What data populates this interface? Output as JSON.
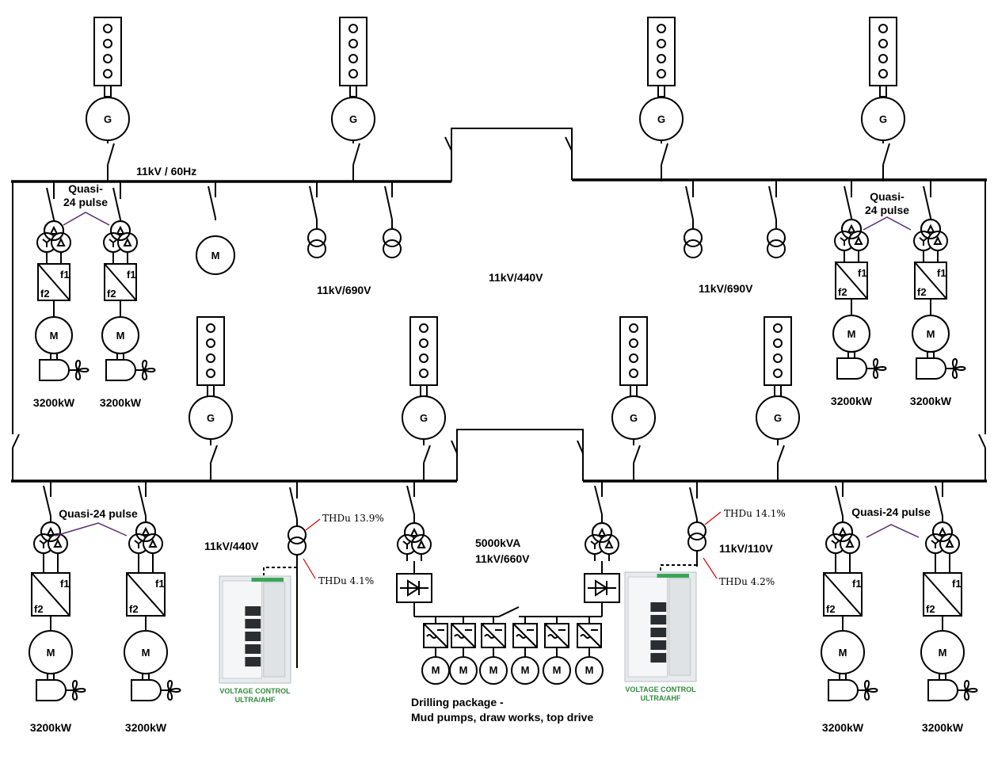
{
  "labels": {
    "bus_top": "11kV / 60Hz",
    "mid_center": "11kV/440V",
    "tr_690_left": "11kV/690V",
    "tr_690_right": "11kV/690V",
    "tr_440_bottom": "11kV/440V",
    "tr_110_bottom": "11kV/110V",
    "drill_tr_kva": "5000kVA",
    "drill_tr_volt": "11kV/660V",
    "drilling_line1": "Drilling package -",
    "drilling_line2": "Mud pumps, draw works, top drive",
    "quasi_top_left_1": "Quasi-",
    "quasi_top_left_2": "24 pulse",
    "quasi_top_right_1": "Quasi-",
    "quasi_top_right_2": "24 pulse",
    "quasi_bottom_left": "Quasi-24 pulse",
    "quasi_bottom_right": "Quasi-24 pulse",
    "thd_left_top": "THDu  13.9%",
    "thd_left_bottom": "THDu  4.1%",
    "thd_right_top": "THDu   14.1%",
    "thd_right_bottom": "THDu   4.2%",
    "cab_left_1": "VOLTAGE CONTROL",
    "cab_left_2": "ULTRA/AHF",
    "cab_right_1": "VOLTAGE CONTROL",
    "cab_right_2": "ULTRA/AHF"
  },
  "symbols": {
    "generator": "G",
    "motor": "M",
    "freq_in": "f1",
    "freq_out": "f2"
  },
  "thruster_ratings": {
    "top_left_1": "3200kW",
    "top_left_2": "3200kW",
    "top_right_1": "3200kW",
    "top_right_2": "3200kW",
    "bottom_left_1": "3200kW",
    "bottom_left_2": "3200kW",
    "bottom_right_1": "3200kW",
    "bottom_right_2": "3200kW"
  }
}
